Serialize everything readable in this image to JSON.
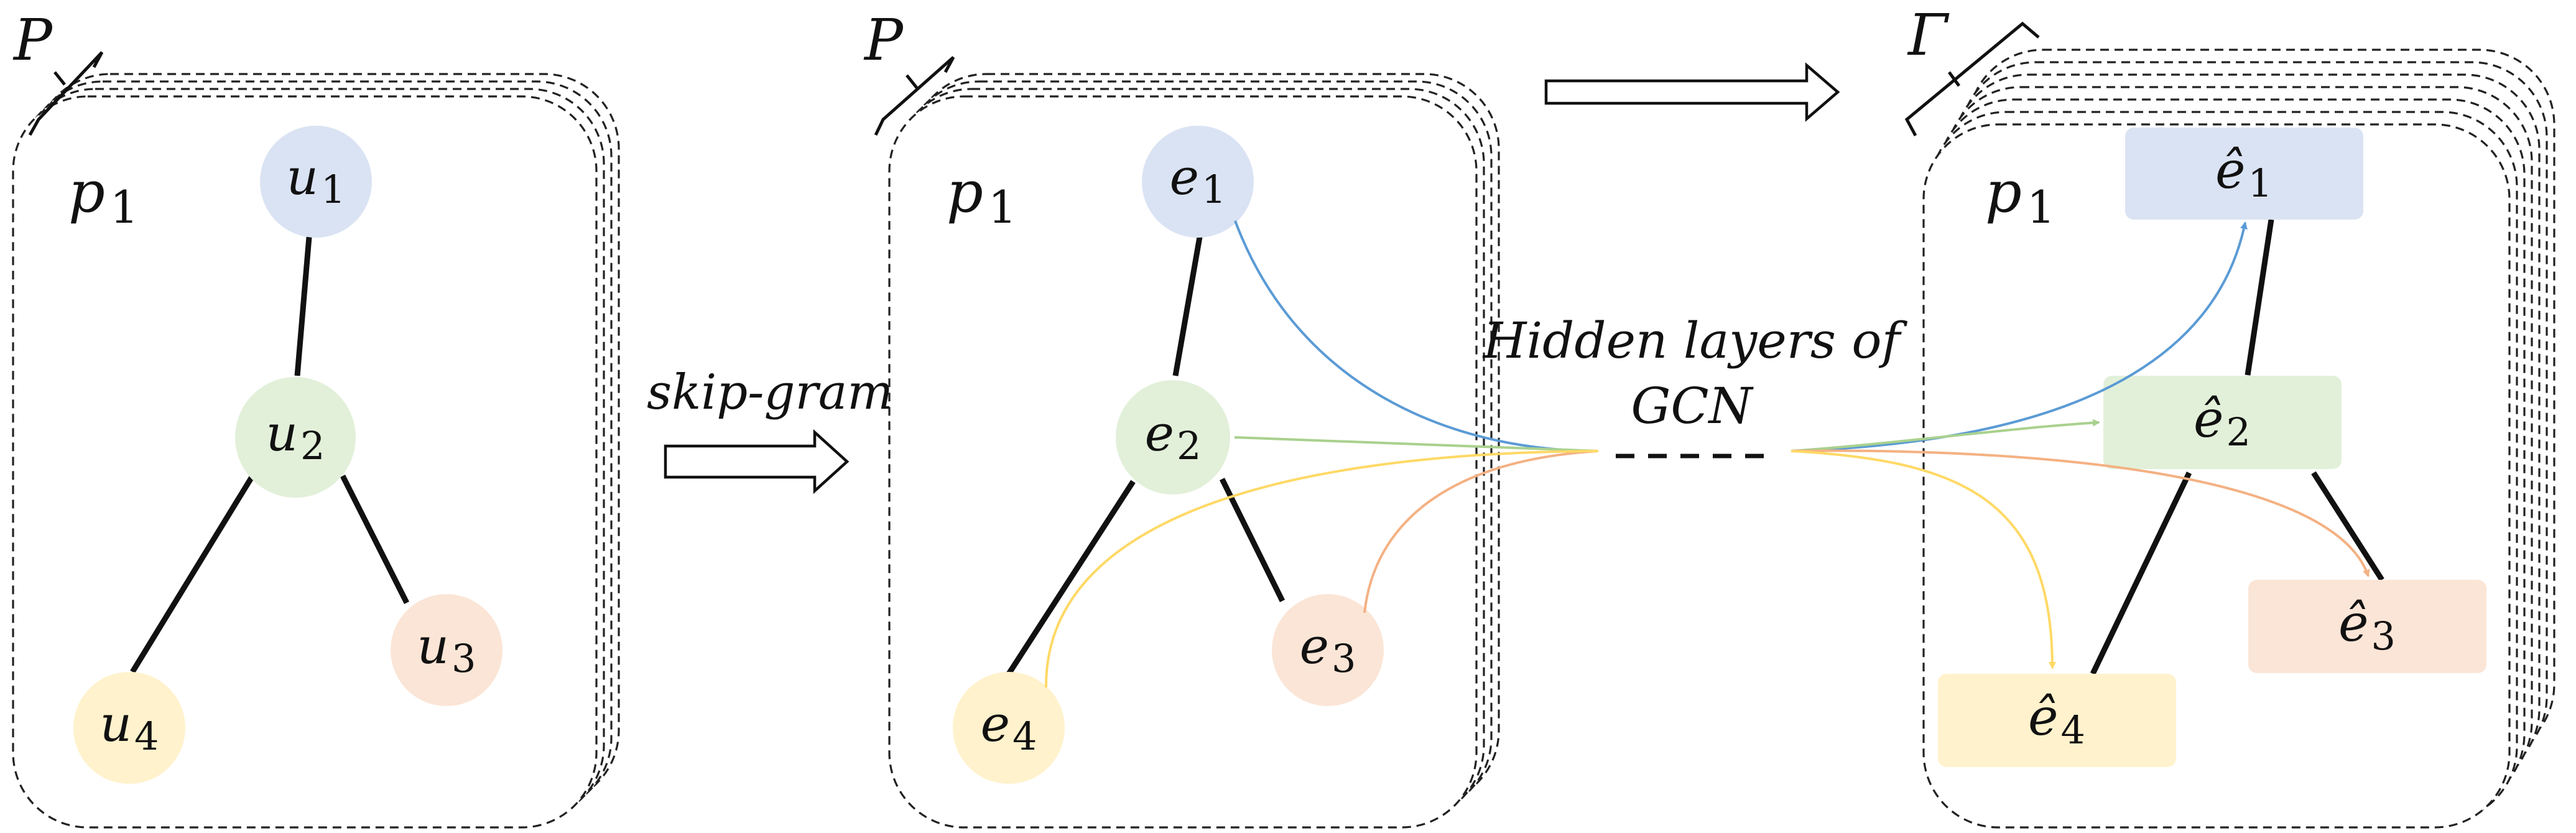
{
  "stacks": {
    "left": {
      "count_label": "P",
      "path_label": "p",
      "path_index": "1"
    },
    "middle": {
      "count_label": "P",
      "path_label": "p",
      "path_index": "1"
    },
    "right": {
      "count_label": "Γ",
      "path_label": "p",
      "path_index": "1"
    }
  },
  "user_nodes": [
    {
      "letter": "u",
      "index": "1",
      "color": "#dae3f3"
    },
    {
      "letter": "u",
      "index": "2",
      "color": "#e2f0d9"
    },
    {
      "letter": "u",
      "index": "3",
      "color": "#fbe5d6"
    },
    {
      "letter": "u",
      "index": "4",
      "color": "#fff2cc"
    }
  ],
  "embedding_nodes": [
    {
      "letter": "e",
      "index": "1",
      "color": "#dae3f3"
    },
    {
      "letter": "e",
      "index": "2",
      "color": "#e2f0d9"
    },
    {
      "letter": "e",
      "index": "3",
      "color": "#fbe5d6"
    },
    {
      "letter": "e",
      "index": "4",
      "color": "#fff2cc"
    }
  ],
  "output_nodes": [
    {
      "letter": "ê",
      "index": "1",
      "color": "#dae3f3"
    },
    {
      "letter": "ê",
      "index": "2",
      "color": "#e2f0d9"
    },
    {
      "letter": "ê",
      "index": "3",
      "color": "#fbe5d6"
    },
    {
      "letter": "ê",
      "index": "4",
      "color": "#fff2cc"
    }
  ],
  "labels": {
    "skip_gram": "skip-gram",
    "hidden_line1": "Hidden layers of",
    "hidden_line2": "GCN"
  },
  "flow_colors": {
    "n1": "#5b9bd5",
    "n2": "#a9d18e",
    "n3": "#f4b183",
    "n4": "#ffd966"
  }
}
